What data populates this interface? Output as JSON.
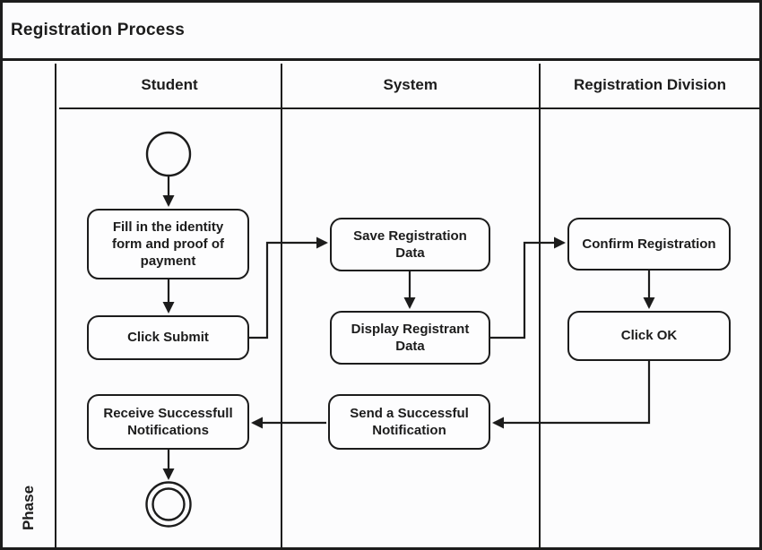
{
  "title": "Registration Process",
  "phase_label": "Phase",
  "lanes": [
    {
      "label": "Student"
    },
    {
      "label": "System"
    },
    {
      "label": "Registration Division"
    }
  ],
  "nodes": {
    "start": {
      "type": "initial-node",
      "lane": "Student"
    },
    "fill_form": {
      "label": "Fill in the identity form and proof of payment",
      "lane": "Student"
    },
    "click_submit": {
      "label": "Click Submit",
      "lane": "Student"
    },
    "save_registration": {
      "label": "Save Registration Data",
      "lane": "System"
    },
    "display_registrant": {
      "label": "Display Registrant Data",
      "lane": "System"
    },
    "confirm_registration": {
      "label": "Confirm Registration",
      "lane": "Registration Division"
    },
    "click_ok": {
      "label": "Click OK",
      "lane": "Registration Division"
    },
    "receive_notifications": {
      "label": "Receive Successfull Notifications",
      "lane": "Student"
    },
    "send_notification": {
      "label": "Send a Successful Notification",
      "lane": "System"
    },
    "end": {
      "type": "final-node",
      "lane": "Student"
    }
  },
  "flows": [
    {
      "from": "start",
      "to": "fill_form"
    },
    {
      "from": "fill_form",
      "to": "click_submit"
    },
    {
      "from": "click_submit",
      "to": "save_registration"
    },
    {
      "from": "save_registration",
      "to": "display_registrant"
    },
    {
      "from": "display_registrant",
      "to": "confirm_registration"
    },
    {
      "from": "confirm_registration",
      "to": "click_ok"
    },
    {
      "from": "click_ok",
      "to": "send_notification"
    },
    {
      "from": "send_notification",
      "to": "receive_notifications"
    },
    {
      "from": "receive_notifications",
      "to": "end"
    }
  ],
  "colors": {
    "line": "#1c1c1c",
    "background": "#fcfcfd",
    "node_fill": "#fdfdfe"
  }
}
